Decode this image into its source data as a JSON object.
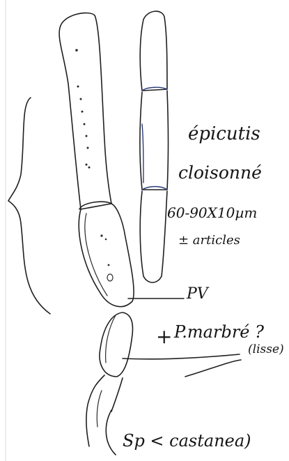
{
  "annotations": {
    "epicutis": "épicutis",
    "cloisonne": "cloisonné",
    "dimensions": "60-90X10µm",
    "articles": "± articles",
    "pv": "PV",
    "p_marbre": "P.marbré ?",
    "cross_mark": "+",
    "lisse": "(lisse)",
    "sp_castanea": "Sp < castanea)"
  },
  "colors": {
    "ink": "#1f1f1f",
    "ink_blue": "#2b3c7a",
    "paper": "#ffffff"
  }
}
